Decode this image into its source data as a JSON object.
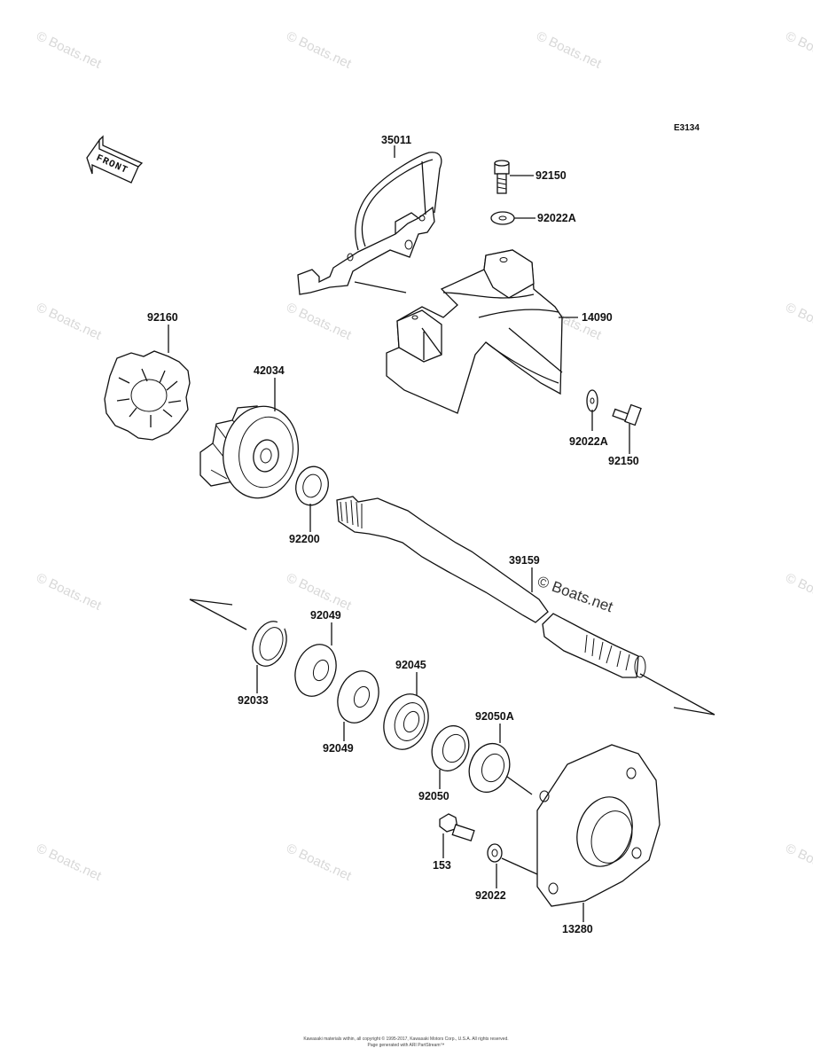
{
  "diagram_code": "E3134",
  "front_label": "FRONT",
  "watermark": "© Boats.net",
  "watermark_main": "© Boats.net",
  "footer": [
    "Kawasaki materials within, all copyright © 1995-2017, Kawasaki Motors Corp., U.S.A. All rights reserved.",
    "Page generated with ARI PartStream™"
  ],
  "parts": {
    "p35011": "35011",
    "p92150_top": "92150",
    "p92022A_top": "92022A",
    "p14090": "14090",
    "p92160": "92160",
    "p42034": "42034",
    "p92022A_bot": "92022A",
    "p92150_bot": "92150",
    "p92200": "92200",
    "p39159": "39159",
    "p92049_top": "92049",
    "p92033": "92033",
    "p92045": "92045",
    "p92049_bot": "92049",
    "p92050A": "92050A",
    "p92050": "92050",
    "p153": "153",
    "p92022": "92022",
    "p13280": "13280"
  }
}
